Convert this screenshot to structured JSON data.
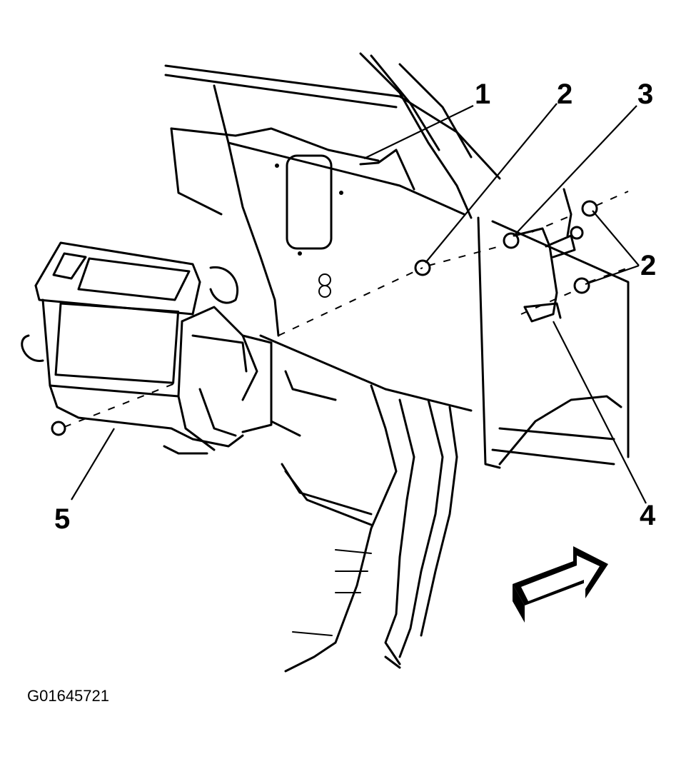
{
  "figure": {
    "id": "G01645721",
    "callouts": [
      {
        "key": "c1",
        "label": "1"
      },
      {
        "key": "c2a",
        "label": "2"
      },
      {
        "key": "c3",
        "label": "3"
      },
      {
        "key": "c2b",
        "label": "2"
      },
      {
        "key": "c4",
        "label": "4"
      },
      {
        "key": "c5",
        "label": "5"
      }
    ],
    "arrow_icon": "forward-direction-arrow"
  }
}
